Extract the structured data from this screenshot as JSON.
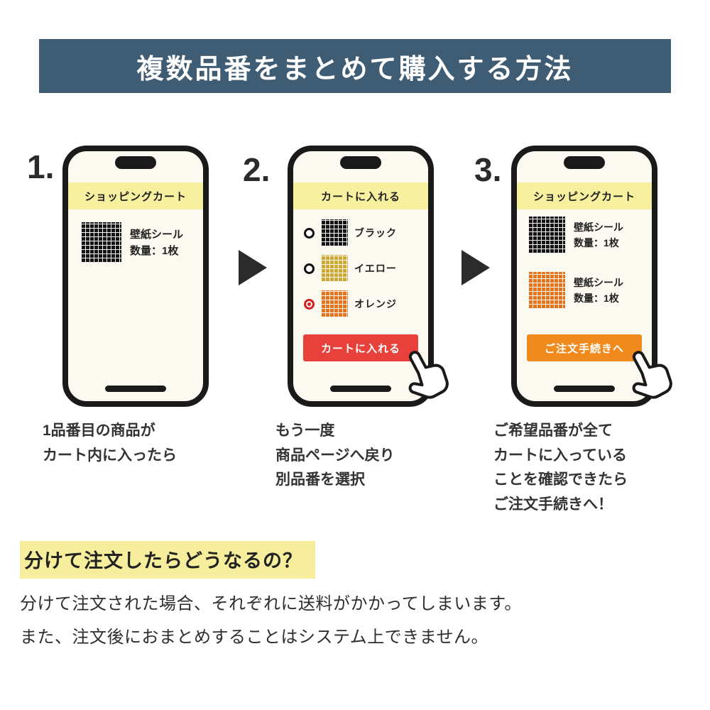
{
  "banner": {
    "title": "複数品番をまとめて購入する方法",
    "bg_color": "#3e5c74",
    "text_color": "#ffffff"
  },
  "colors": {
    "header_band_yellow": "#f7f09f",
    "add_to_cart_red": "#e8403a",
    "checkout_orange": "#f08a1c",
    "highlight_yellow": "#f6ee9c",
    "swatch_black": "#141414",
    "swatch_yellow": "#cfa833",
    "swatch_orange": "#e4731c",
    "selected_radio_red": "#d42020"
  },
  "steps": [
    {
      "number": "1.",
      "screen": {
        "header": "ショッピングカート",
        "items": [
          {
            "swatch": "black",
            "name": "壁紙シール",
            "qty": "数量：1枚"
          }
        ]
      },
      "caption": "1品番目の商品が\nカート内に入ったら"
    },
    {
      "number": "2.",
      "screen": {
        "header": "カートに入れる",
        "options": [
          {
            "selected": false,
            "swatch": "black",
            "label": "ブラック"
          },
          {
            "selected": false,
            "swatch": "yellow",
            "label": "イエロー"
          },
          {
            "selected": true,
            "swatch": "orange",
            "label": "オレンジ"
          }
        ],
        "button_label": "カートに入れる"
      },
      "caption": "もう一度\n商品ページへ戻り\n別品番を選択"
    },
    {
      "number": "3.",
      "screen": {
        "header": "ショッピングカート",
        "items": [
          {
            "swatch": "black",
            "name": "壁紙シール",
            "qty": "数量：1枚"
          },
          {
            "swatch": "orange",
            "name": "壁紙シール",
            "qty": "数量：1枚"
          }
        ],
        "button_label": "ご注文手続きへ"
      },
      "caption": "ご希望品番が全て\nカートに入っている\nことを確認できたら\nご注文手続きへ！"
    }
  ],
  "faq": {
    "question": "分けて注文したらどうなるの？",
    "answer": "分けて注文された場合、それぞれに送料がかかってしまいます。\nまた、注文後におまとめすることはシステム上できません。"
  }
}
